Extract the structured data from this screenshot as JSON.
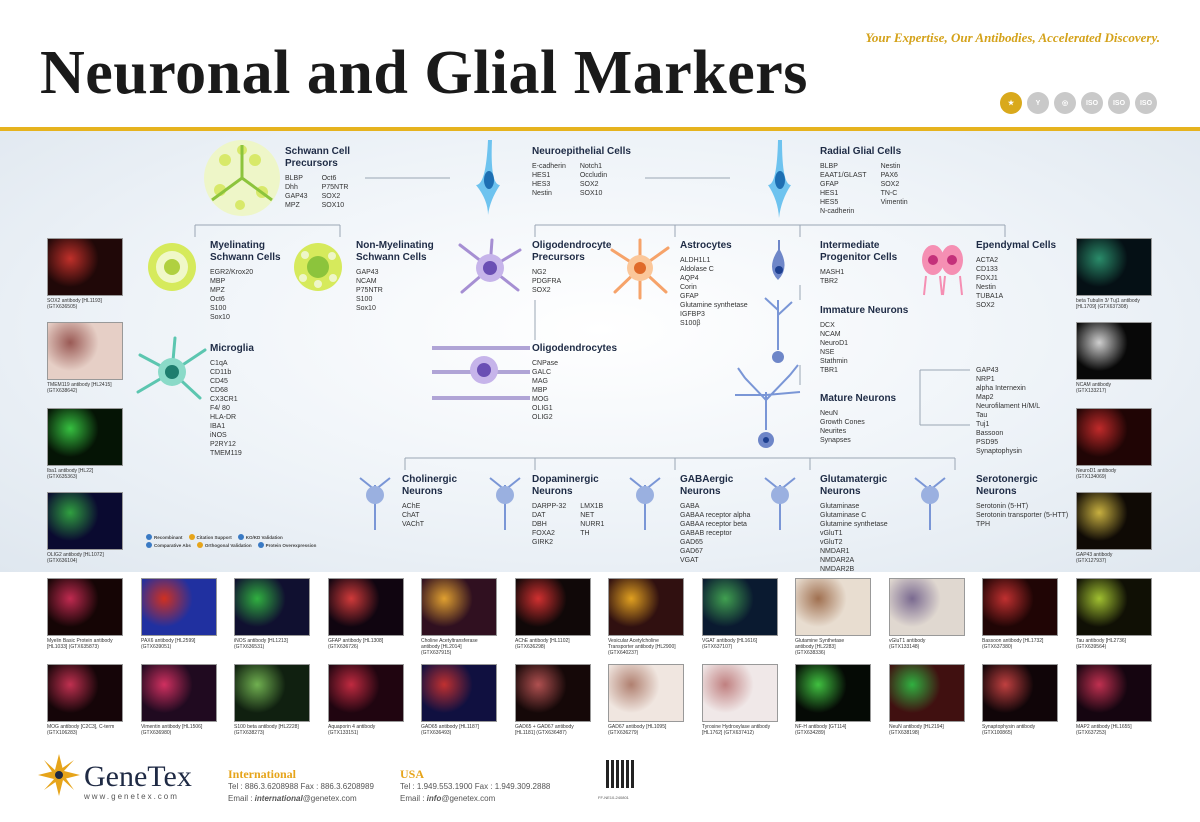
{
  "header": {
    "tagline": "Your Expertise, Our Antibodies, Accelerated Discovery.",
    "title": "Neuronal and Glial Markers",
    "certifications": [
      "ISO",
      "ISO",
      "ISO"
    ]
  },
  "nodes": {
    "schwann_precursors": {
      "title_lines": [
        "Schwann Cell",
        "Precursors"
      ],
      "col1": [
        "BLBP",
        "Dhh",
        "GAP43",
        "MPZ"
      ],
      "col2": [
        "Oct6",
        "P75NTR",
        "SOX2",
        "SOX10"
      ]
    },
    "neuroepithelial": {
      "title_lines": [
        "Neuroepithelial Cells"
      ],
      "col1": [
        "E-cadherin",
        "HES1",
        "HES3",
        "Nestin"
      ],
      "col2": [
        "Notch1",
        "Occludin",
        "SOX2",
        "SOX10"
      ]
    },
    "radial_glial": {
      "title_lines": [
        "Radial Glial Cells"
      ],
      "col1": [
        "BLBP",
        "EAAT1/GLAST",
        "GFAP",
        "HES1",
        "HES5",
        "N-cadherin"
      ],
      "col2": [
        "Nestin",
        "PAX6",
        "SOX2",
        "TN-C",
        "Vimentin"
      ]
    },
    "myelinating_schwann": {
      "title_lines": [
        "Myelinating",
        "Schwann Cells"
      ],
      "col1": [
        "EGR2/Krox20",
        "MBP",
        "MPZ",
        "Oct6",
        "S100",
        "Sox10"
      ]
    },
    "nonmyelinating_schwann": {
      "title_lines": [
        "Non-Myelinating",
        "Schwann Cells"
      ],
      "col1": [
        "GAP43",
        "NCAM",
        "P75NTR",
        "S100",
        "Sox10"
      ]
    },
    "opc": {
      "title_lines": [
        "Oligodendrocyte",
        "Precursors"
      ],
      "col1": [
        "NG2",
        "PDGFRA",
        "SOX2"
      ]
    },
    "astrocytes": {
      "title_lines": [
        "Astrocytes"
      ],
      "col1": [
        "ALDH1L1",
        "Aldolase C",
        "AQP4",
        "Corin",
        "GFAP",
        "Glutamine synthetase",
        "IGFBP3",
        "S100β"
      ]
    },
    "ipc": {
      "title_lines": [
        "Intermediate",
        "Progenitor Cells"
      ],
      "col1": [
        "MASH1",
        "TBR2"
      ]
    },
    "ependymal": {
      "title_lines": [
        "Ependymal Cells"
      ],
      "col1": [
        "ACTA2",
        "CD133",
        "FOXJ1",
        "Nestin",
        "TUBA1A",
        "SOX2"
      ]
    },
    "microglia": {
      "title_lines": [
        "Microglia"
      ],
      "col1": [
        "C1qA",
        "CD11b",
        "CD45",
        "CD68",
        "CX3CR1",
        "F4/ 80",
        "HLA-DR",
        "IBA1",
        "iNOS",
        "P2RY12",
        "TMEM119"
      ]
    },
    "oligodendrocytes": {
      "title_lines": [
        "Oligodendrocytes"
      ],
      "col1": [
        "CNPase",
        "GALC",
        "MAG",
        "MBP",
        "MOG",
        "OLIG1",
        "OLIG2"
      ]
    },
    "immature_neurons": {
      "title_lines": [
        "Immature Neurons"
      ],
      "col1": [
        "DCX",
        "NCAM",
        "NeuroD1",
        "NSE",
        "Stathmin",
        "TBR1"
      ]
    },
    "mature_neurons": {
      "title_lines": [
        "Mature Neurons"
      ],
      "col1": [
        "NeuN",
        "Growth Cones",
        "Neurites",
        "Synapses"
      ]
    },
    "growth_cone_markers": {
      "col1": [
        "GAP43",
        "NRP1",
        "alpha Internexin",
        "Map2",
        "Neurofilament H/M/L",
        "Tau",
        "Tuj1",
        "Bassoon",
        "PSD95",
        "Synaptophysin"
      ]
    },
    "cholinergic": {
      "title_lines": [
        "Cholinergic",
        "Neurons"
      ],
      "col1": [
        "AChE",
        "ChAT",
        "VAChT"
      ]
    },
    "dopaminergic": {
      "title_lines": [
        "Dopaminergic",
        "Neurons"
      ],
      "col1": [
        "DARPP-32",
        "DAT",
        "DBH",
        "FOXA2",
        "GIRK2"
      ],
      "col2": [
        "LMX1B",
        "NET",
        "NURR1",
        "TH"
      ]
    },
    "gabaergic": {
      "title_lines": [
        "GABAergic",
        "Neurons"
      ],
      "col1": [
        "GABA",
        "GABAA receptor alpha",
        "GABAA receptor beta",
        "GABAB receptor",
        "GAD65",
        "GAD67",
        "VGAT"
      ]
    },
    "glutamatergic": {
      "title_lines": [
        "Glutamatergic",
        "Neurons"
      ],
      "col1": [
        "Glutaminase",
        "Glutaminase C",
        "Glutamine synthetase",
        "vGluT1",
        "vGluT2",
        "NMDAR1",
        "NMDAR2A",
        "NMDAR2B"
      ]
    },
    "serotonergic": {
      "title_lines": [
        "Serotonergic",
        "Neurons"
      ],
      "col1": [
        "Serotonin (5-HT)",
        "Serotonin transporter (5-HTT)",
        "TPH"
      ]
    }
  },
  "legend": {
    "items": [
      "Recombinant",
      "Citation Support",
      "KO/KD Validation",
      "Comparative Abs",
      "Orthogonal Validation",
      "Protein Overexpression"
    ]
  },
  "side_images": [
    {
      "lines": [
        "SOX2 antibody [HL1193]",
        "(GTX636505)"
      ],
      "colors": [
        "#200808",
        "#c0302a"
      ]
    },
    {
      "lines": [
        "TMEM119 antibody [HL2415]",
        "(GTX638642)"
      ],
      "colors": [
        "#e6cfc6",
        "#9a5a55"
      ]
    },
    {
      "lines": [
        "Iba1 antibody [HL22]",
        "(GTX635363)"
      ],
      "colors": [
        "#051405",
        "#36c040"
      ]
    },
    {
      "lines": [
        "OLIG2 antibody [HL1072]",
        "(GTX636104)"
      ],
      "colors": [
        "#0a0a30",
        "#30a040"
      ]
    },
    {
      "lines": [
        "beta Tubulin 3/ Tuj1 antibody",
        "[HL1709] (GTX637308)"
      ],
      "colors": [
        "#051015",
        "#2a8c6a"
      ]
    },
    {
      "lines": [
        "NCAM antibody",
        "(GTX133217)"
      ],
      "colors": [
        "#080808",
        "#cfcfcf"
      ]
    },
    {
      "lines": [
        "NeuroD1 antibody",
        "(GTX134069)"
      ],
      "colors": [
        "#200505",
        "#c02a2a"
      ]
    },
    {
      "lines": [
        "GAP43 antibody",
        "(GTX127937)"
      ],
      "colors": [
        "#0f0a05",
        "#c8b040"
      ]
    }
  ],
  "bottom_row1": [
    {
      "lines": [
        "Myelin Basic Protein antibody",
        "[HL1033] (GTX635873)"
      ],
      "colors": [
        "#150505",
        "#c02a50"
      ]
    },
    {
      "lines": [
        "PAX6 antibody [HL2599]",
        "(GTX639051)"
      ],
      "colors": [
        "#2030a0",
        "#d03020"
      ]
    },
    {
      "lines": [
        "iNOS antibody [HL1213]",
        "(GTX636531)"
      ],
      "colors": [
        "#101030",
        "#30b040"
      ]
    },
    {
      "lines": [
        "GFAP antibody [HL1308]",
        "(GTX636726)"
      ],
      "colors": [
        "#100510",
        "#d03a3a"
      ]
    },
    {
      "lines": [
        "Choline Acetyltransferase",
        "antibody [HL2014]",
        "(GTX637915)"
      ],
      "colors": [
        "#301020",
        "#e0a030"
      ]
    },
    {
      "lines": [
        "AChE antibody [HL1102]",
        "(GTX636298)"
      ],
      "colors": [
        "#100808",
        "#d03030"
      ]
    },
    {
      "lines": [
        "Vesicular Acetylcholine",
        "Transporter antibody [HL2900]",
        "(GTX640237)"
      ],
      "colors": [
        "#301010",
        "#e0a020"
      ]
    },
    {
      "lines": [
        "VGAT antibody [HL1616]",
        "(GTX637107)"
      ],
      "colors": [
        "#0a1a30",
        "#40a050"
      ]
    },
    {
      "lines": [
        "Glutamine Synthetase",
        "antibody [HL2283]",
        "(GTX638336)"
      ],
      "colors": [
        "#e8ddd0",
        "#a07050"
      ]
    },
    {
      "lines": [
        "vGluT1 antibody",
        "(GTX133148)"
      ],
      "colors": [
        "#e0d8d0",
        "#7a6a90"
      ]
    },
    {
      "lines": [
        "Bassoon antibody [HL1732]",
        "(GTX637380)"
      ],
      "colors": [
        "#200505",
        "#c03030"
      ]
    },
    {
      "lines": [
        "Tau antibody [HL2736]",
        "(GTX639564)"
      ],
      "colors": [
        "#101005",
        "#a0c030"
      ]
    }
  ],
  "bottom_row2": [
    {
      "lines": [
        "MOG antibody [C2C3], C-term",
        "(GTX106283)"
      ],
      "colors": [
        "#150508",
        "#c03050"
      ]
    },
    {
      "lines": [
        "Vimentin antibody [HL1506]",
        "(GTX636980)"
      ],
      "colors": [
        "#200a20",
        "#d03060"
      ]
    },
    {
      "lines": [
        "S100 beta antibody [HL2228]",
        "(GTX638273)"
      ],
      "colors": [
        "#102010",
        "#70b050"
      ]
    },
    {
      "lines": [
        "Aquaporin 4 antibody",
        "(GTX133151)"
      ],
      "colors": [
        "#200510",
        "#c02a40"
      ]
    },
    {
      "lines": [
        "GAD65 antibody [HL1187]",
        "(GTX636493)"
      ],
      "colors": [
        "#101040",
        "#c03030"
      ]
    },
    {
      "lines": [
        "GAD65 + GAD67 antibody",
        "[HL1181] (GTX636487)"
      ],
      "colors": [
        "#150808",
        "#b05050"
      ]
    },
    {
      "lines": [
        "GAD67 antibody [HL1095]",
        "(GTX636279)"
      ],
      "colors": [
        "#f0e6e0",
        "#b08070"
      ]
    },
    {
      "lines": [
        "Tyrosine Hydroxylase antibody",
        "[HL1762] (GTX637412)"
      ],
      "colors": [
        "#f0e8e8",
        "#c08080"
      ]
    },
    {
      "lines": [
        "NF-H antibody [GT114]",
        "(GTX634289)"
      ],
      "colors": [
        "#050a05",
        "#40c040"
      ]
    },
    {
      "lines": [
        "NeuN antibody [HL2194]",
        "(GTX638198)"
      ],
      "colors": [
        "#401010",
        "#30b040"
      ]
    },
    {
      "lines": [
        "Synaptophysin antibody",
        "(GTX100865)"
      ],
      "colors": [
        "#100508",
        "#c04040"
      ]
    },
    {
      "lines": [
        "MAP2 antibody [HL1655]",
        "(GTX637253)"
      ],
      "colors": [
        "#150510",
        "#c03050"
      ]
    }
  ],
  "footer": {
    "logo_text": "GeneTex",
    "url": "www.genetex.com",
    "international": {
      "heading": "International",
      "phone": "Tel : 886.3.6208988  Fax : 886.3.6208989",
      "email_label": "Email : ",
      "email_user": "international",
      "email_domain": "@genetex.com"
    },
    "usa": {
      "heading": "USA",
      "phone": "Tel : 1.949.553.1900  Fax : 1.949.309.2888",
      "email_label": "Email : ",
      "email_user": "info",
      "email_domain": "@genetex.com"
    },
    "form_no": "FF-NE10-240801"
  }
}
